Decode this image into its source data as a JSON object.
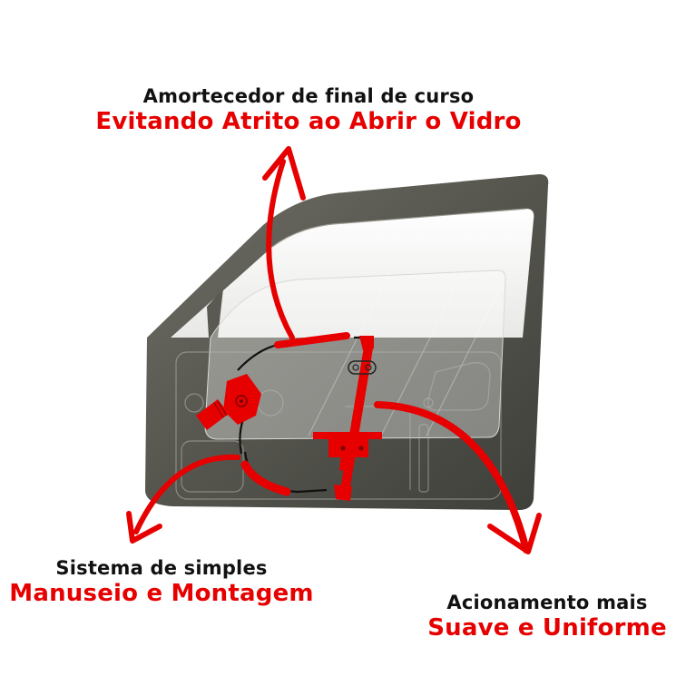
{
  "callouts": {
    "top": {
      "line1": "Amortecedor de final de curso",
      "line2": "Evitando Atrito ao Abrir o Vidro"
    },
    "left": {
      "line1": "Sistema de simples",
      "line2": "Manuseio e Montagem"
    },
    "right": {
      "line1": "Acionamento mais",
      "line2": "Suave e Uniforme"
    }
  },
  "colors": {
    "accent_red": "#e60000",
    "door_dark": "#45453f",
    "door_light": "#6a6a62",
    "heading_text": "#111111"
  },
  "icons": [
    "door-illustration",
    "window-regulator-mechanism",
    "motor-icon",
    "arrow-up-curved",
    "arrow-down-left-curved",
    "arrow-down-right-curved"
  ]
}
